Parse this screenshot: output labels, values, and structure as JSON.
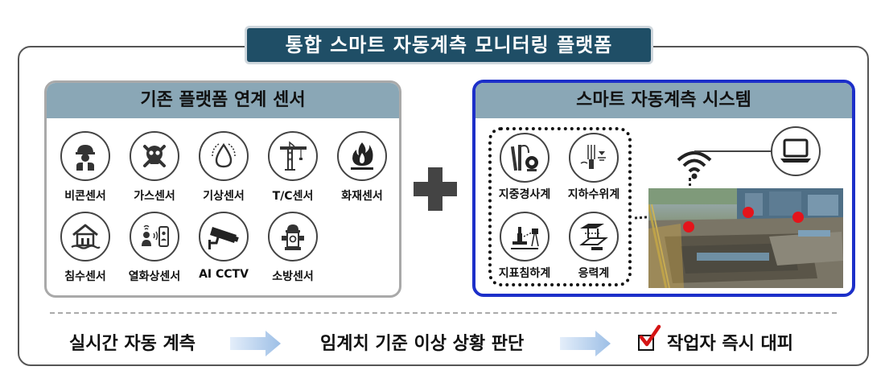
{
  "title": "통합 스마트 자동계측 모니터링 플랫폼",
  "left_panel": {
    "heading": "기존 플랫폼 연계 센서",
    "sensors": [
      {
        "label": "비콘센서",
        "icon": "worker-helmet-icon"
      },
      {
        "label": "가스센서",
        "icon": "skull-crossbones-icon"
      },
      {
        "label": "기상센서",
        "icon": "water-drop-icon"
      },
      {
        "label": "T/C센서",
        "icon": "tower-crane-icon"
      },
      {
        "label": "화재센서",
        "icon": "fire-icon"
      },
      {
        "label": "침수센서",
        "icon": "flood-house-icon"
      },
      {
        "label": "열화상센서",
        "icon": "thermal-camera-icon"
      },
      {
        "label": "AI CCTV",
        "icon": "cctv-camera-icon"
      },
      {
        "label": "소방센서",
        "icon": "fire-hydrant-icon"
      }
    ]
  },
  "right_panel": {
    "heading": "스마트 자동계측 시스템",
    "sensors": [
      {
        "label": "지중경사계",
        "icon": "inclinometer-icon"
      },
      {
        "label": "지하수위계",
        "icon": "water-level-icon"
      },
      {
        "label": "지표침하계",
        "icon": "settlement-gauge-icon"
      },
      {
        "label": "응력계",
        "icon": "strain-gauge-icon"
      }
    ],
    "icons": [
      "wifi-icon",
      "laptop-icon",
      "construction-site-photo"
    ]
  },
  "flow": {
    "step1": "실시간 자동 계측",
    "step2": "임계치 기준 이상 상황 판단",
    "step3": "작업자 즉시 대피"
  },
  "colors": {
    "title_bg": "#1f4e66",
    "panel_head_bg": "#8aa7b6",
    "highlight_border": "#1c2fc9",
    "alert_dot": "#e4141b",
    "check_mark": "#d41414",
    "arrow": "#a9c7e8"
  }
}
